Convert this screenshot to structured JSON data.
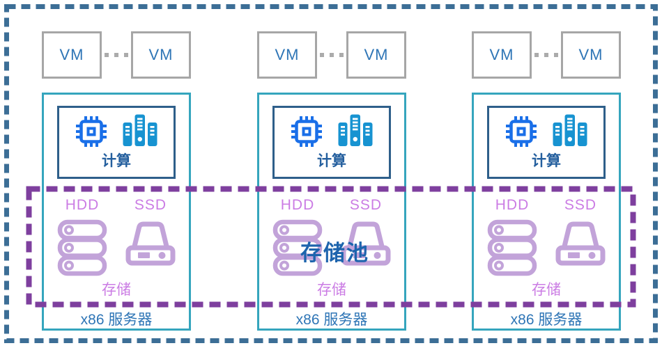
{
  "diagram": {
    "type": "hyper-converged-infrastructure",
    "storage_pool": {
      "label": "存储池"
    },
    "servers": [
      {
        "vm1": "VM",
        "vm2": "VM",
        "compute": "计算",
        "hdd": "HDD",
        "ssd": "SSD",
        "storage": "存储",
        "server": "x86 服务器"
      },
      {
        "vm1": "VM",
        "vm2": "VM",
        "compute": "计算",
        "hdd": "HDD",
        "ssd": "SSD",
        "storage": "存储",
        "server": "x86 服务器"
      },
      {
        "vm1": "VM",
        "vm2": "VM",
        "compute": "计算",
        "hdd": "HDD",
        "ssd": "SSD",
        "storage": "存储",
        "server": "x86 服务器"
      }
    ],
    "icons": {
      "cpu": "cpu-chip-icon",
      "rack": "server-rack-icon",
      "hdd": "hdd-stack-icon",
      "ssd": "ssd-drive-icon",
      "ellipsis": "vm-ellipsis-icon"
    },
    "colors": {
      "cluster_border": "#3c6e96",
      "pool_border": "#7e3f9e",
      "node_border": "#35a5bd",
      "compute_border": "#2e5f8a",
      "vm_border": "#a6a6a6",
      "vm_text": "#2e75b6",
      "server_text": "#2e75b6",
      "compute_text": "#245f9e",
      "cpu_icon": "#1a6fe8",
      "rack_icon": "#1793d1",
      "storage_icon": "#c2a3d9",
      "storage_text": "#cb7ce4",
      "pool_text": "#1d64ad"
    }
  }
}
